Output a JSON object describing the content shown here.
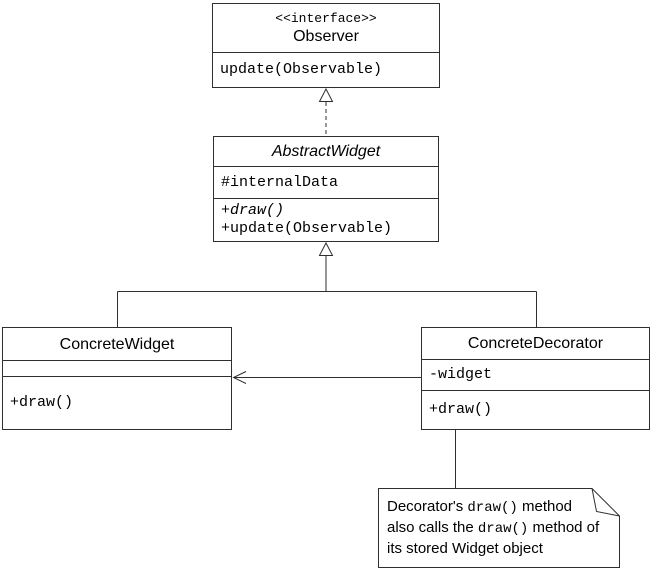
{
  "diagram": {
    "kind": "uml-class-diagram",
    "background": "#ffffff",
    "line_color": "#2f2f2f",
    "text_color": "#000000"
  },
  "classes": {
    "observer": {
      "stereotype": "<<interface>>",
      "name": "Observer",
      "attributes": [],
      "methods": [
        {
          "text": "update(Observable)",
          "italic": false
        }
      ]
    },
    "abstract_widget": {
      "name": "AbstractWidget",
      "name_italic": true,
      "attributes": [
        "#internalData"
      ],
      "methods": [
        {
          "text": "+draw()",
          "italic": true
        },
        {
          "text": "+update(Observable)",
          "italic": false
        }
      ]
    },
    "concrete_widget": {
      "name": "ConcreteWidget",
      "attributes": [],
      "methods": [
        {
          "text": "+draw()",
          "italic": false
        }
      ]
    },
    "concrete_decorator": {
      "name": "ConcreteDecorator",
      "attributes": [
        "-widget"
      ],
      "methods": [
        {
          "text": "+draw()",
          "italic": false
        }
      ]
    }
  },
  "relationships": [
    {
      "type": "realization",
      "from": "AbstractWidget",
      "to": "Observer",
      "line": "dashed",
      "head": "hollow-triangle"
    },
    {
      "type": "generalization",
      "from": "ConcreteWidget",
      "to": "AbstractWidget",
      "line": "solid",
      "head": "hollow-triangle"
    },
    {
      "type": "generalization",
      "from": "ConcreteDecorator",
      "to": "AbstractWidget",
      "line": "solid",
      "head": "hollow-triangle"
    },
    {
      "type": "association",
      "from": "ConcreteDecorator",
      "to": "ConcreteWidget",
      "line": "solid",
      "head": "open-arrow"
    },
    {
      "type": "note-anchor",
      "from": "note",
      "to": "ConcreteDecorator"
    }
  ],
  "note": {
    "lines": [
      {
        "pre": "Decorator's ",
        "code": "draw()",
        "post": " method"
      },
      {
        "pre": "also calls the ",
        "code": "draw()",
        "post": " method of"
      },
      {
        "pre": "its stored Widget object",
        "code": "",
        "post": ""
      }
    ]
  }
}
